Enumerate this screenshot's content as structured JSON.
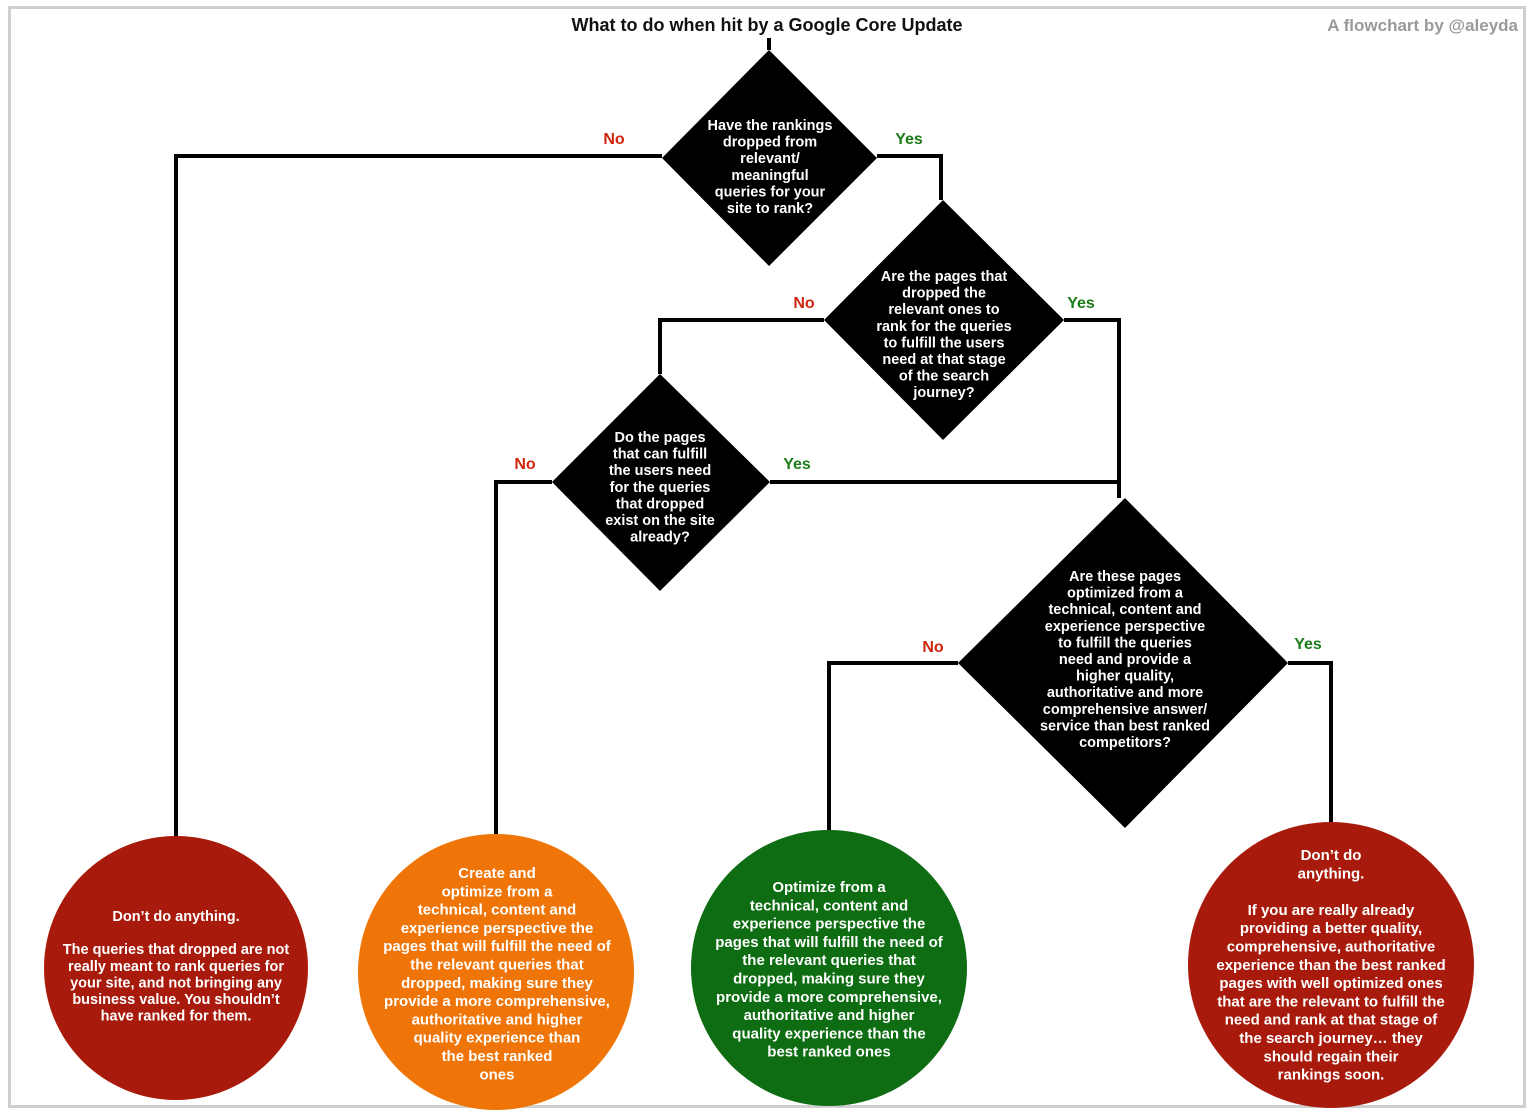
{
  "title": "What to do when hit by a Google Core Update",
  "credit": "A flowchart by @aleyda",
  "colors": {
    "decision": "#000000",
    "red": "#a81b0c",
    "orange": "#f07508",
    "green": "#0e6d12",
    "no_label": "#d0250e",
    "yes_label": "#1c7c1a"
  },
  "labels": {
    "no": "No",
    "yes": "Yes"
  },
  "nodes": {
    "q1": {
      "lines": [
        "Have the rankings",
        "dropped from",
        "relevant/",
        "meaningful",
        "queries for your",
        "site to rank?"
      ]
    },
    "q2": {
      "lines": [
        "Are the pages that",
        "dropped the",
        "relevant ones to",
        "rank for the queries",
        "to fulfill the users",
        "need at that stage",
        "of the search",
        "journey?"
      ]
    },
    "q3": {
      "lines": [
        "Do the pages",
        "that can fulfill",
        "the users need",
        "for the queries",
        "that dropped",
        "exist on the site",
        "already?"
      ]
    },
    "q4": {
      "lines": [
        "Are these pages",
        "optimized from a",
        "technical, content and",
        "experience perspective",
        "to fulfill the queries",
        "need and provide a",
        "higher quality,",
        "authoritative and more",
        "comprehensive answer/",
        "service than best ranked",
        "competitors?"
      ]
    },
    "r1": {
      "lines": [
        "Don’t do anything.",
        "",
        "The queries that dropped are not",
        "really meant to rank queries for",
        "your site, and not bringing any",
        "business value. You shouldn’t",
        "have ranked for them."
      ]
    },
    "r2": {
      "lines": [
        "Create and",
        "optimize from a",
        "technical, content and",
        "experience perspective the",
        "pages that will fulfill the need of",
        "the relevant queries that",
        "dropped, making sure they",
        "provide a more comprehensive,",
        "authoritative and higher",
        "quality experience than",
        "the best ranked",
        "ones"
      ]
    },
    "r3": {
      "lines": [
        "Optimize from a",
        "technical, content and",
        "experience perspective the",
        "pages that will fulfill the need of",
        "the relevant queries that",
        "dropped, making sure they",
        "provide a more comprehensive,",
        "authoritative and higher",
        "quality experience than the",
        "best ranked ones"
      ]
    },
    "r4": {
      "lines": [
        "Don’t do",
        "anything.",
        "",
        "If you are really already",
        "providing a better quality,",
        "comprehensive, authoritative",
        "experience than the best ranked",
        "pages with well optimized ones",
        "that are the relevant to fulfill the",
        "need and rank at that stage of",
        "the search journey… they",
        "should regain their",
        "rankings soon."
      ]
    }
  }
}
